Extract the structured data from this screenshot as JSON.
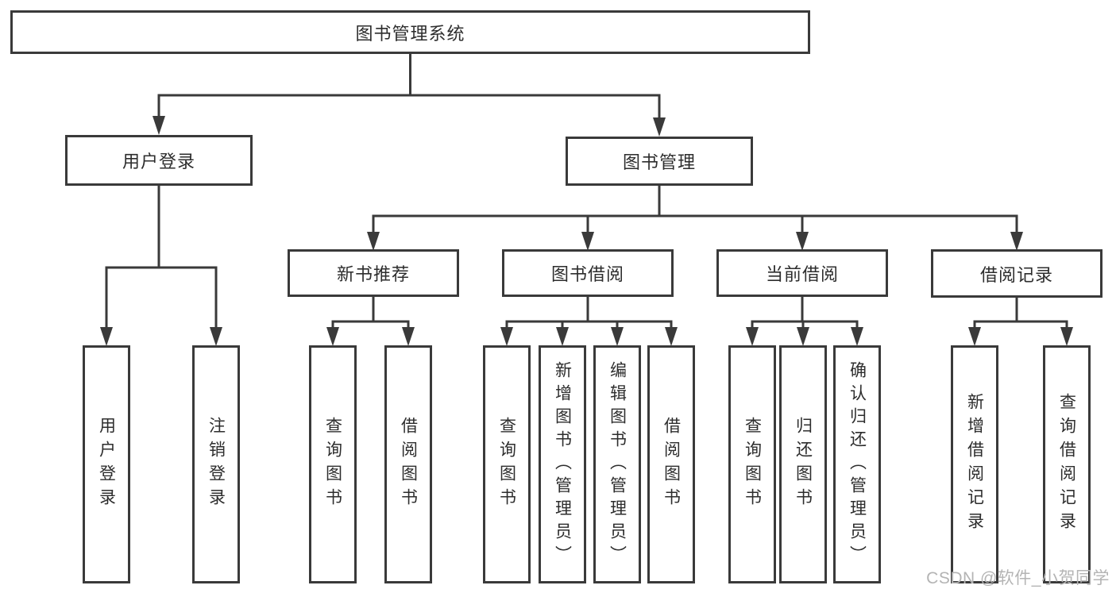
{
  "tree": {
    "root": {
      "label": "图书管理系统"
    },
    "branches": [
      {
        "label": "用户登录",
        "children": [
          "用户登录",
          "注销登录"
        ]
      },
      {
        "label": "图书管理",
        "sections": [
          {
            "label": "新书推荐",
            "children": [
              "查询图书",
              "借阅图书"
            ]
          },
          {
            "label": "图书借阅",
            "children": [
              "查询图书",
              "新增图书（管理员）",
              "编辑图书（管理员）",
              "借阅图书"
            ]
          },
          {
            "label": "当前借阅",
            "children": [
              "查询图书",
              "归还图书",
              "确认归还（管理员）"
            ]
          },
          {
            "label": "借阅记录",
            "children": [
              "新增借阅记录",
              "查询借阅记录"
            ]
          }
        ]
      }
    ]
  },
  "watermark": "CSDN @软件_小贺同学",
  "colors": {
    "line": "#3a3a3a",
    "text": "#2d2d2d",
    "watermark": "#b4b4b4",
    "background": "#ffffff"
  }
}
